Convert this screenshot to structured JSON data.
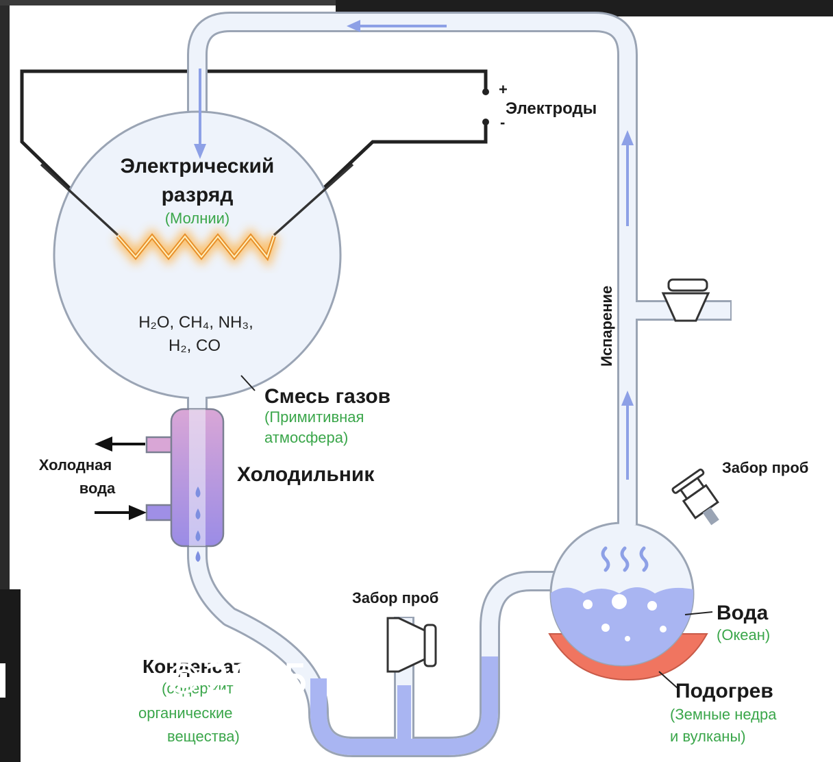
{
  "labels": {
    "electrodes": "Электроды",
    "plus": "+",
    "minus": "-",
    "discharge_line1": "Электрический",
    "discharge_line2": "разряд",
    "discharge_sub": "(Молнии)",
    "gas_formula_line1": "H₂O, CH₄, NH₃,",
    "gas_formula_line2": "H₂, CO",
    "gas_mixture": "Смесь газов",
    "gas_mixture_sub1": "(Примитивная",
    "gas_mixture_sub2": "атмосфера)",
    "cold_water_line1": "Холодная",
    "cold_water_line2": "вода",
    "condenser": "Холодильник",
    "evaporation": "Испарение",
    "sample_top": "Забор проб",
    "sample_bottom": "Забор проб",
    "water": "Вода",
    "water_sub": "(Океан)",
    "heating": "Подогрев",
    "heating_sub1": "(Земные недра",
    "heating_sub2": "и вулканы)",
    "condensate": "Конденсат",
    "condensate_sub1": "(содержит",
    "condensate_sub2": "органические",
    "condensate_sub3": "вещества)"
  },
  "watermark": "©2025",
  "colors": {
    "tube_fill": "#eef3fb",
    "tube_outline": "#9aa4b4",
    "flow_arrow": "#8da0e6",
    "water_blue": "#a9b5f2",
    "condenser_top": "#d9a6d6",
    "condenser_bottom": "#9a8ce6",
    "heater": "#f07560",
    "spark": "#f0a030",
    "label_green": "#3aa64a"
  }
}
